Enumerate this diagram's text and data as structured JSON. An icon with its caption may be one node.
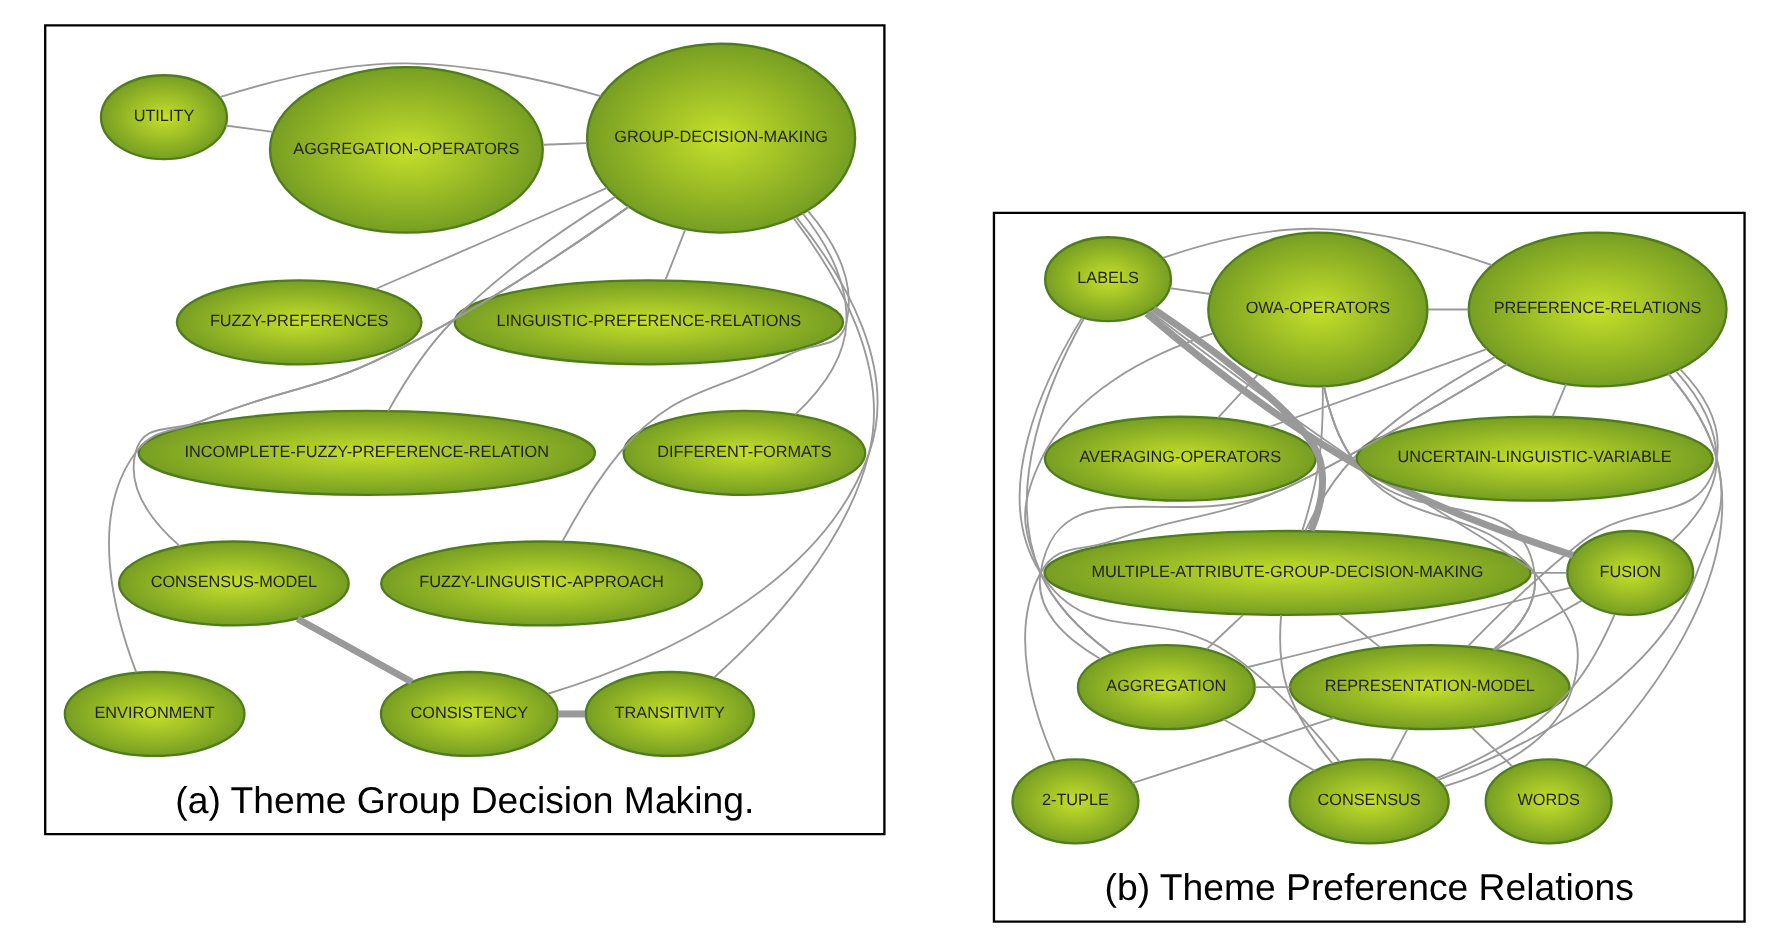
{
  "diagram": {
    "nodes": [
      {
        "text": [
          "(a) Theme Group Decision Making."
        ]
      },
      {
        "text": [
          "CONSISTENCY"
        ],
        "in": 0
      },
      {
        "text": [
          "LINGUISTIC-PREFERENCE-RELATIONS"
        ],
        "in": 0
      },
      {
        "text": [
          "UTILITY"
        ],
        "in": 0
      },
      {
        "text": [
          "DIFFERENT-FORMATS"
        ],
        "in": 0
      },
      {
        "text": [
          "FUZZY-LINGUISTIC-APPROACH"
        ],
        "in": 0
      },
      {
        "text": [
          "TRANSITIVITY"
        ],
        "in": 0
      },
      {
        "text": [
          "GROUP-DECISION-MAKING"
        ],
        "in": 0
      },
      {
        "text": [
          "AGGREGATION-OPERATORS"
        ],
        "in": 0
      },
      {
        "text": [
          "INCOMPLETE-FUZZY-PREFERENCE-RELATION"
        ],
        "in": 0
      },
      {
        "text": [
          "CONSENSUS-MODEL"
        ],
        "in": 0
      },
      {
        "text": [
          "FUZZY-PREFERENCES"
        ],
        "in": 0
      },
      {
        "text": [
          "ENVIRONMENT"
        ],
        "in": 0
      },
      {
        "text": [
          "(b) Theme Preference Relations"
        ]
      },
      {
        "text": [
          "AVERAGING-OPERATORS"
        ],
        "in": 13
      },
      {
        "text": [
          "MULTIPLE-ATTRIBUTE-GROUP-DECISION-MAKING"
        ],
        "in": 13
      },
      {
        "text": [
          "LABELS"
        ],
        "in": 13
      },
      {
        "text": [
          "FUSION"
        ],
        "in": 13
      },
      {
        "text": [
          "2-TUPLE"
        ],
        "in": 13
      },
      {
        "text": [
          "CONSENSUS"
        ],
        "in": 13
      },
      {
        "text": [
          "PREFERENCE-RELATIONS"
        ],
        "in": 13
      },
      {
        "text": [
          "OWA-OPERATORS"
        ],
        "in": 13
      },
      {
        "text": [
          "REPRESENTATION-MODEL"
        ],
        "in": 13
      },
      {
        "text": [
          "UNCERTAIN-LINGUISTIC-VARIABLE"
        ],
        "in": 13
      },
      {
        "text": [
          "AGGREGATION"
        ],
        "in": 13
      },
      {
        "text": [
          "WORDS"
        ],
        "in": 13
      }
    ],
    "edges": [
      {
        "from": 1,
        "to": 6,
        "arrow": "none",
        "style": "thick"
      },
      {
        "from": 1,
        "to": 10,
        "arrow": "none",
        "style": "thick"
      },
      {
        "from": 1,
        "to": 7,
        "arrow": "none"
      },
      {
        "from": 2,
        "to": 7,
        "arrow": "none"
      },
      {
        "from": 3,
        "to": 7,
        "arrow": "none"
      },
      {
        "from": 3,
        "to": 8,
        "arrow": "none"
      },
      {
        "from": 4,
        "to": 7,
        "arrow": "none"
      },
      {
        "from": 5,
        "to": 7,
        "arrow": "none"
      },
      {
        "from": 6,
        "to": 7,
        "arrow": "none"
      },
      {
        "from": 9,
        "to": 7,
        "arrow": "none"
      },
      {
        "from": 11,
        "to": 7,
        "arrow": "none"
      },
      {
        "from": 12,
        "to": 7,
        "arrow": "none"
      },
      {
        "from": 10,
        "to": 7,
        "arrow": "none"
      },
      {
        "from": 7,
        "to": 8,
        "arrow": "none"
      },
      {
        "from": 15,
        "to": 16,
        "arrow": "none",
        "style": "thick"
      },
      {
        "from": 17,
        "to": 16,
        "arrow": "none",
        "style": "thick"
      },
      {
        "from": 15,
        "to": 17,
        "arrow": "none"
      },
      {
        "from": 15,
        "to": 19,
        "arrow": "none"
      },
      {
        "from": 15,
        "to": 22,
        "arrow": "none"
      },
      {
        "from": 15,
        "to": 24,
        "arrow": "none"
      },
      {
        "from": 15,
        "to": 20,
        "arrow": "none"
      },
      {
        "from": 15,
        "to": 21,
        "arrow": "none"
      },
      {
        "from": 14,
        "to": 20,
        "arrow": "none"
      },
      {
        "from": 14,
        "to": 21,
        "arrow": "none"
      },
      {
        "from": 17,
        "to": 19,
        "arrow": "none"
      },
      {
        "from": 17,
        "to": 22,
        "arrow": "none"
      },
      {
        "from": 17,
        "to": 24,
        "arrow": "none"
      },
      {
        "from": 17,
        "to": 20,
        "arrow": "none"
      },
      {
        "from": 16,
        "to": 19,
        "arrow": "none"
      },
      {
        "from": 16,
        "to": 22,
        "arrow": "none"
      },
      {
        "from": 16,
        "to": 24,
        "arrow": "none"
      },
      {
        "from": 16,
        "to": 20,
        "arrow": "none"
      },
      {
        "from": 16,
        "to": 21,
        "arrow": "none"
      },
      {
        "from": 19,
        "to": 20,
        "arrow": "none"
      },
      {
        "from": 19,
        "to": 21,
        "arrow": "none"
      },
      {
        "from": 19,
        "to": 22,
        "arrow": "none"
      },
      {
        "from": 19,
        "to": 24,
        "arrow": "none"
      },
      {
        "from": 18,
        "to": 20,
        "arrow": "none"
      },
      {
        "from": 18,
        "to": 22,
        "arrow": "none"
      },
      {
        "from": 20,
        "to": 22,
        "arrow": "none"
      },
      {
        "from": 20,
        "to": 24,
        "arrow": "none"
      },
      {
        "from": 20,
        "to": 25,
        "arrow": "none"
      },
      {
        "from": 20,
        "to": 23,
        "arrow": "none"
      },
      {
        "from": 20,
        "to": 21,
        "arrow": "none"
      },
      {
        "from": 22,
        "to": 21,
        "arrow": "none"
      },
      {
        "from": 22,
        "to": 24,
        "arrow": "none"
      },
      {
        "from": 22,
        "to": 25,
        "arrow": "none"
      },
      {
        "from": 24,
        "to": 21,
        "arrow": "none"
      }
    ]
  }
}
